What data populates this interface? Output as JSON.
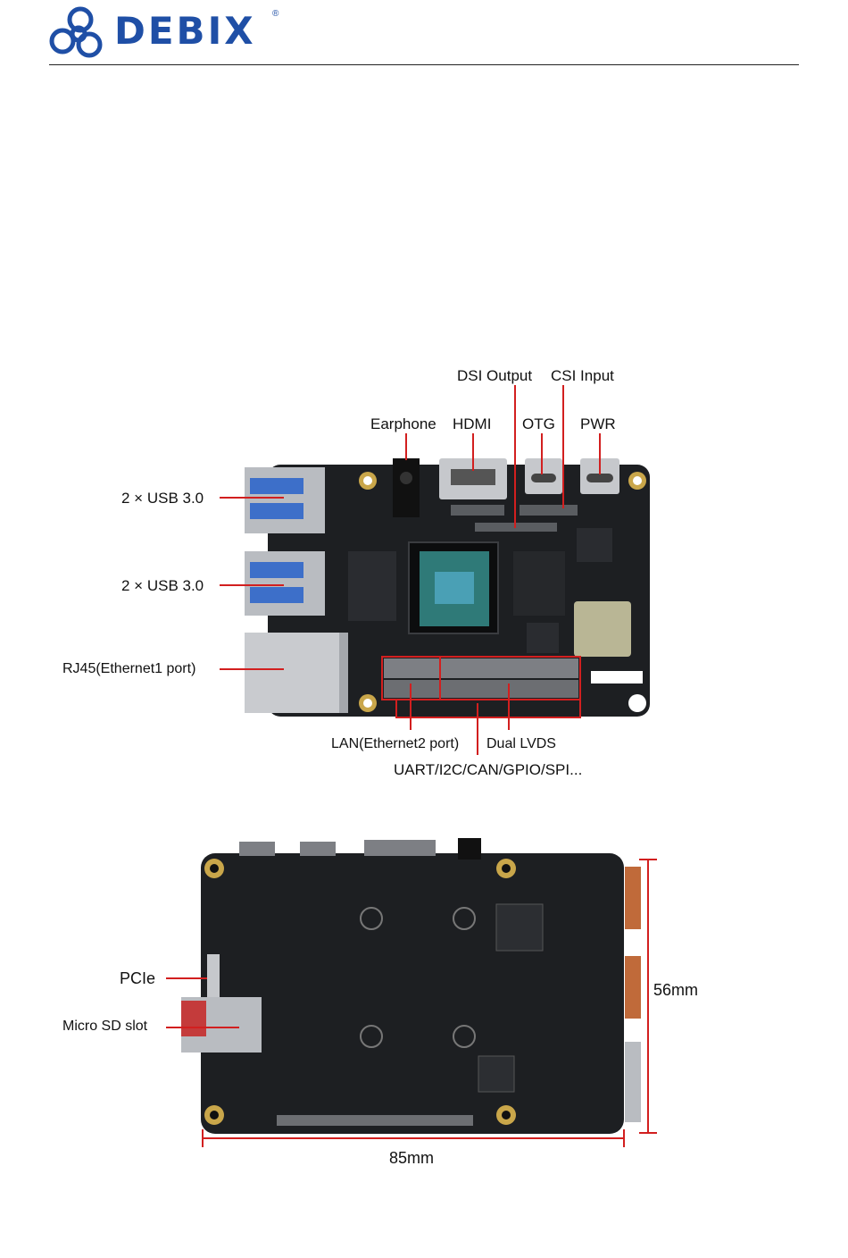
{
  "header": {
    "brand": "DEBIX",
    "registered_mark": "®"
  },
  "top_figure": {
    "labels": {
      "dsi_output": "DSI Output",
      "csi_input": "CSI Input",
      "earphone": "Earphone",
      "hdmi": "HDMI",
      "otg": "OTG",
      "pwr": "PWR",
      "usb_upper": "2 × USB 3.0",
      "usb_lower": "2 × USB 3.0",
      "rj45": "RJ45(Ethernet1 port)",
      "lan": "LAN(Ethernet2 port)",
      "dual_lvds": "Dual LVDS",
      "gpio_header": "UART/I2C/CAN/GPIO/SPI..."
    }
  },
  "bottom_figure": {
    "labels": {
      "pcie": "PCIe",
      "micro_sd": "Micro SD slot",
      "height": "56mm",
      "width": "85mm"
    }
  },
  "colors": {
    "brand_blue": "#1f4fa6",
    "callout_red": "#d21f1f",
    "pcb": "#1d1f22"
  }
}
